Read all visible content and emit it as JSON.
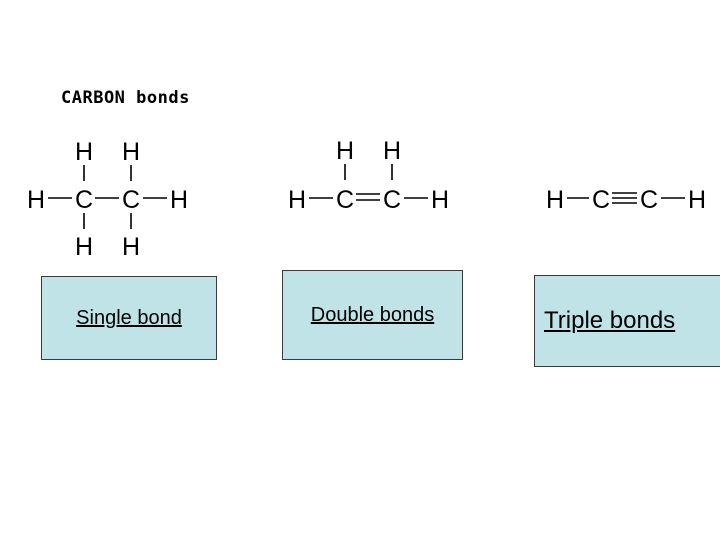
{
  "title": "CARBON bonds",
  "atoms": {
    "hydrogen": "H",
    "carbon": "C"
  },
  "labels": {
    "single": "Single bond",
    "double": "Double bonds",
    "triple": "Triple bonds"
  },
  "colors": {
    "box_fill": "#bfe3e7",
    "box_border": "#3b3b3b",
    "ink": "#000000"
  }
}
